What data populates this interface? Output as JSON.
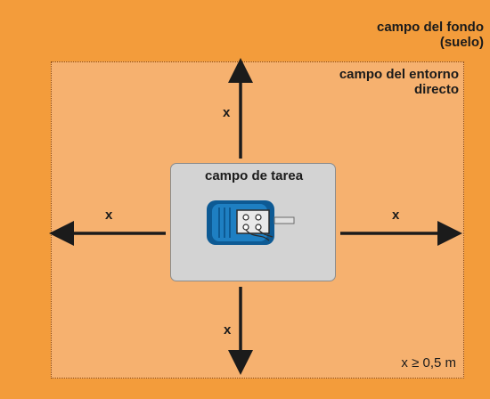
{
  "background_field": {
    "label_line1": "campo del fondo",
    "label_line2": "(suelo)"
  },
  "surrounding_field": {
    "label_line1": "campo del entorno",
    "label_line2": "directo"
  },
  "task_field": {
    "label": "campo de tarea"
  },
  "distance_labels": {
    "top": "x",
    "left": "x",
    "right": "x",
    "bottom": "x"
  },
  "condition": "x ≥ 0,5 m",
  "colors": {
    "background_field": "#f39c3b",
    "surrounding_field": "#f6b16f",
    "task_field": "#d3d3d3",
    "motor_body": "#1e7fc2",
    "arrow": "#1b1b1b"
  },
  "icons": {
    "task_object": "electric-motor-icon"
  }
}
